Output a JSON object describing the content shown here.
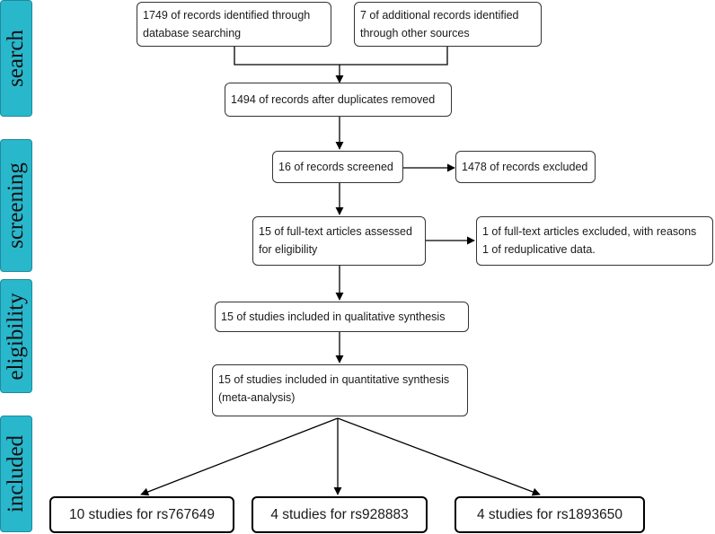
{
  "stages": {
    "search": "search",
    "screening": "screening",
    "eligibility": "eligibility",
    "included": "included"
  },
  "boxes": {
    "identified_db": {
      "line1": "1749 of records identified through",
      "line2": "database searching"
    },
    "identified_other": {
      "line1": "7 of additional records identified",
      "line2": "through other sources"
    },
    "after_duplicates": {
      "line1": "1494 of records after duplicates removed"
    },
    "screened": {
      "line1": "16 of records screened"
    },
    "excluded": {
      "line1": "1478 of records excluded"
    },
    "fulltext_assessed": {
      "line1": "15 of full-text articles assessed",
      "line2": "for eligibility"
    },
    "fulltext_excluded": {
      "line1": "1 of full-text articles excluded, with reasons",
      "line2": "1 of reduplicative data."
    },
    "qualitative": {
      "line1": "15 of studies included in qualitative synthesis"
    },
    "quantitative": {
      "line1": "15 of studies included in quantitative synthesis",
      "line2": "(meta-analysis)"
    }
  },
  "outcomes": {
    "rs767649": "10 studies for rs767649",
    "rs928883": "4 studies for rs928883",
    "rs1893650": "4 studies for rs1893650"
  },
  "colors": {
    "stage_fill": "#29b7cc",
    "box_border": "#333333",
    "arrow": "#000000"
  }
}
